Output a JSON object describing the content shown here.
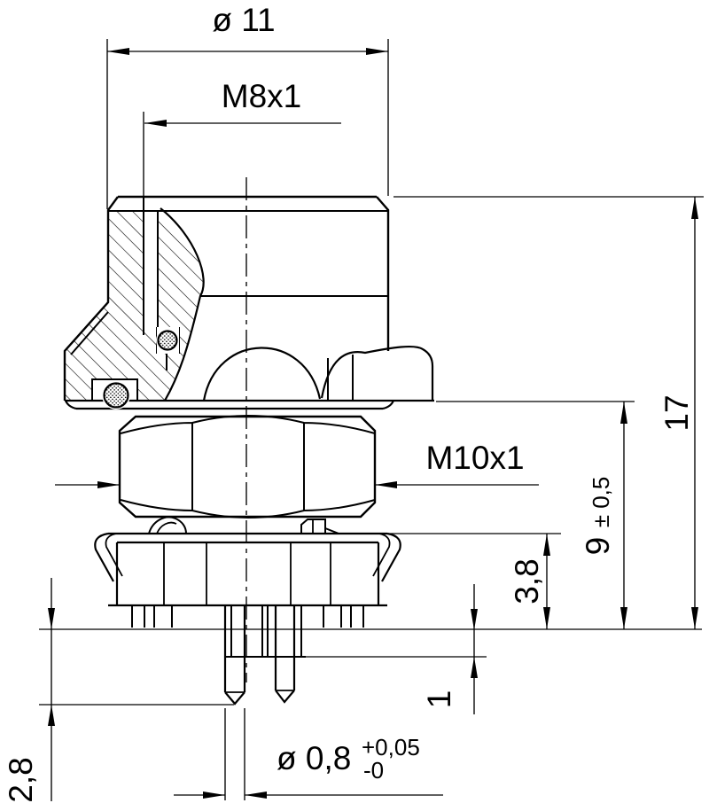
{
  "drawing": {
    "background": "#ffffff",
    "line_color": "#000000",
    "dimensions": {
      "outer_diameter": {
        "label": "ø 11"
      },
      "thread_top": {
        "label": "M8x1"
      },
      "thread_nut": {
        "label": "M10x1"
      },
      "total_height": {
        "label": "17"
      },
      "nut_height": {
        "value": "9",
        "tolerance": "± 0,5"
      },
      "washer_height": {
        "label": "3,8"
      },
      "insulator_depth": {
        "label": "1"
      },
      "pin_length": {
        "label": "2,8"
      },
      "pin_diameter": {
        "label": "ø 0,8",
        "tolerance_plus": "+0,05",
        "tolerance_minus": "-0"
      }
    }
  }
}
